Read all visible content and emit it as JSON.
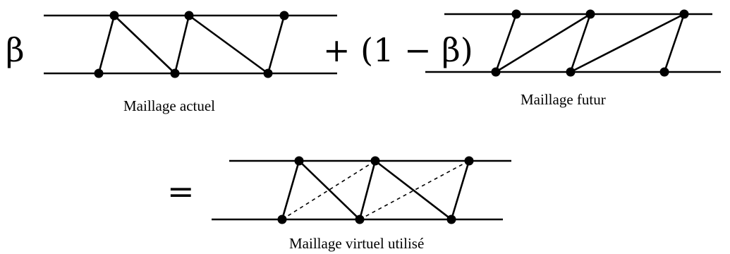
{
  "terms": {
    "beta": "β",
    "complement": "+ (1 − β)",
    "equals": "="
  },
  "captions": {
    "current": "Maillage actuel",
    "future": "Maillage futur",
    "virtual": "Maillage virtuel utilisé"
  }
}
